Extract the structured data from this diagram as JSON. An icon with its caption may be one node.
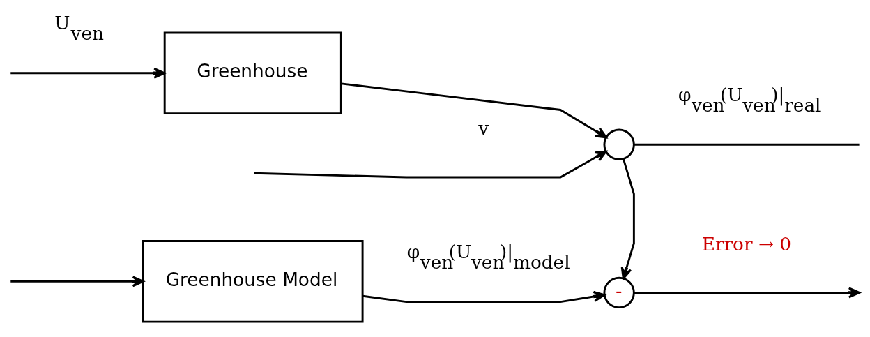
{
  "diagram": {
    "nodes": [
      {
        "text": [
          "Greenhouse"
        ]
      },
      {
        "text": [
          "Greenhouse Model"
        ]
      },
      {
        "text": [],
        "shape": "circle"
      },
      {
        "text": [
          "-"
        ]
      }
    ],
    "edges": [
      {
        "from": null,
        "to": 0,
        "arrow": "to",
        "label": "U$_{ven}$"
      },
      {
        "from": null,
        "to": 1,
        "arrow": "to"
      },
      {
        "from": 0,
        "to": 2,
        "arrow": "to"
      },
      {
        "from": null,
        "to": 2,
        "arrow": "to",
        "label": "v"
      },
      {
        "from": 2,
        "to": null,
        "arrow": "none",
        "label": "φ$_{ven}$(U$_{ven}$)|$_{real}$"
      },
      {
        "from": 2,
        "to": 3,
        "arrow": "to"
      },
      {
        "from": 1,
        "to": 3,
        "arrow": "to",
        "label": "φ$_{ven}$(U$_{ven}$)|$_{model}$"
      },
      {
        "from": 3,
        "to": null,
        "arrow": "to",
        "label": "Error → 0"
      }
    ]
  }
}
